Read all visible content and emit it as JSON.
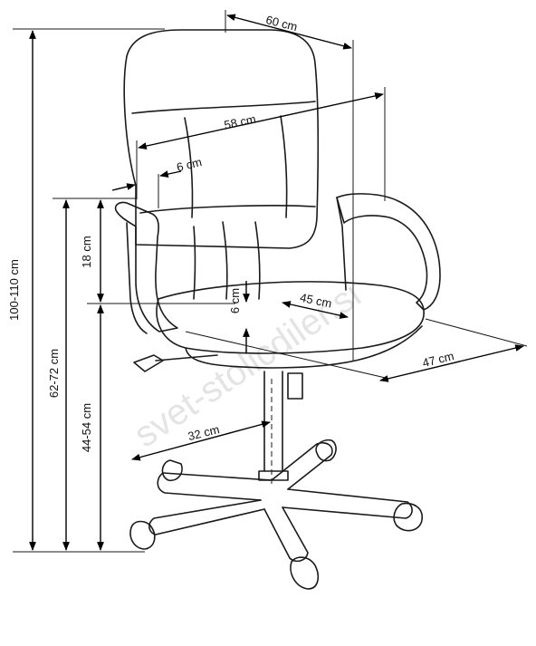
{
  "watermark": "svet-stolicdiler.si",
  "dimensions": {
    "total_height": "100-110 cm",
    "armrest_height": "62-72 cm",
    "seat_height": "44-54 cm",
    "arm_above_seat": "18 cm",
    "width_overall": "60 cm",
    "back_width": "58 cm",
    "back_thickness": "6 cm",
    "seat_thickness": "6 cm",
    "seat_width": "45 cm",
    "seat_depth": "47 cm",
    "base_radius": "32 cm"
  }
}
